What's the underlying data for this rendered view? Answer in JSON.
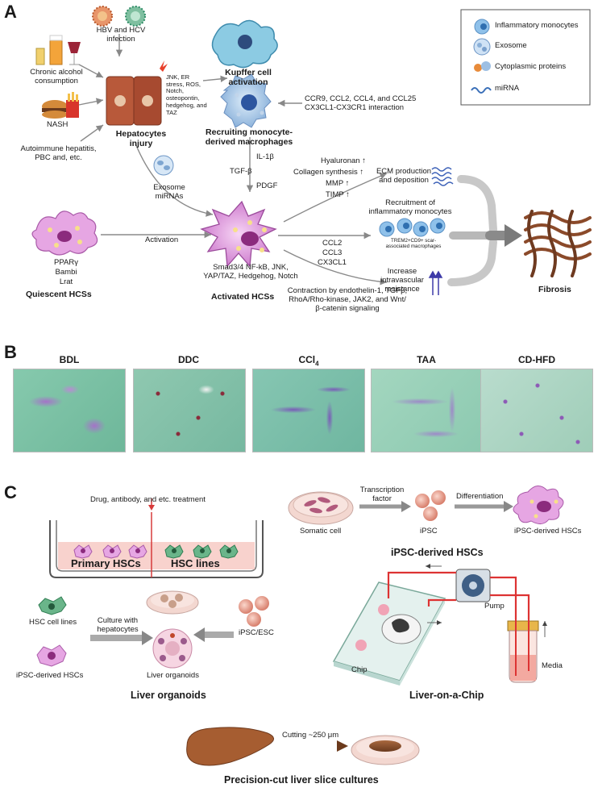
{
  "panelA": {
    "letter": "A",
    "legend": [
      {
        "label": "Inflammatory monocytes",
        "icon": "monocyte-icon"
      },
      {
        "label": "Exosome",
        "icon": "exosome-icon"
      },
      {
        "label": "Cytoplasmic proteins",
        "icon": "protein-icon"
      },
      {
        "label": "miRNA",
        "icon": "mirna-icon"
      }
    ],
    "causes": {
      "viral": "HBV and HCV infection",
      "alcohol": "Chronic alcohol consumption",
      "nash": "NASH",
      "autoimmune": "Autoimmune hepatitis, PBC and, etc."
    },
    "hepatocyte_signals": "JNK, ER stress, ROS, Notch, osteopontin, hedgehog, and TAZ",
    "hepatocytes": "Hepatocytes injury",
    "kupffer": "Kupffer cell activation",
    "recruiting": "Recruiting monocyte-derived macrophages",
    "chemokines": "CCR9, CCL2, CCL4, and CCL25 CX3CL1-CX3CR1 interaction",
    "exosome_label": "Exosome miRNAs",
    "factors": {
      "il1b": "IL-1β",
      "tgfb": "TGF-β",
      "pdgf": "PDGF"
    },
    "activation": "Activation",
    "quiescent_markers": [
      "PPARγ",
      "Bambi",
      "Lrat"
    ],
    "quiescent": "Quiescent HCSs",
    "activated_markers": "Smad3/4 NF-kB, JNK, YAP/TAZ, Hedgehog, Notch",
    "activated": "Activated HCSs",
    "ecm_items": [
      "Hyaluronan",
      "Collagen synthesis",
      "MMP",
      "TIMP"
    ],
    "ecm_result": "ECM production and deposition",
    "ccl_items": [
      "CCL2",
      "CCL3",
      "CX3CL1"
    ],
    "recruitment": "Recruitment of inflammatory monocytes",
    "trem2": "TREM2+CD9+ scar-associated macrophages",
    "contraction": "Contraction by endothelin-1, TGFβ, RhoA/Rho-kinase, JAK2, and Wnt/β-catenin signaling",
    "resistance": "Increase intravascular resistance",
    "fibrosis": "Fibrosis"
  },
  "panelB": {
    "letter": "B",
    "models": [
      "BDL",
      "DDC",
      "CCl",
      "TAA",
      "CD-HFD"
    ],
    "ccl4_subscript": "4",
    "colors": {
      "tissue": "#7fc4a9",
      "fiber": "#8a4aa8"
    }
  },
  "panelC": {
    "letter": "C",
    "treatment": "Drug, antibody, and etc. treatment",
    "primary": "Primary HSCs",
    "lines": "HSC lines",
    "somatic": "Somatic cell",
    "transcription": "Transcription factor",
    "ipsc": "iPSC",
    "differentiation": "Differentiation",
    "ipsc_hsc": "iPSC-derived HSCs",
    "ipsc_title": "iPSC-derived HSCs",
    "hsc_cell_lines": "HSC cell lines",
    "ipsc_hsc2": "iPSC-derived HSCs",
    "culture": "Culture with hepatocytes",
    "liver_organoids_small": "Liver organoids",
    "ipsc_esc": "iPSC/ESC",
    "organoids_title": "Liver organoids",
    "pump": "Pump",
    "chip": "Chip",
    "media": "Media",
    "chip_title": "Liver-on-a-Chip",
    "cutting": "Cutting ~250 μm",
    "slice_title": "Precision-cut liver slice cultures"
  }
}
